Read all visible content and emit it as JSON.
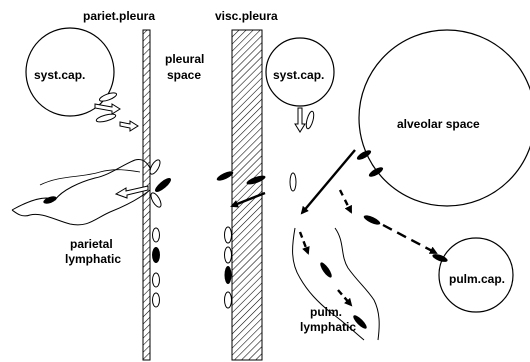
{
  "labels": {
    "pariet_pleura": "pariet.pleura",
    "visc_pleura": "visc.pleura",
    "pleural": "pleural",
    "space": "space",
    "syst_cap_left": "syst.cap.",
    "syst_cap_right": "syst.cap.",
    "alveolar_space": "alveolar space",
    "parietal": "parietal",
    "lymphatic": "lymphatic",
    "pulm": "pulm.",
    "pulm_lymphatic": "lymphatic",
    "pulm_cap": "pulm.cap."
  },
  "colors": {
    "stroke": "#000000",
    "hatch": "#000000",
    "background": "#ffffff"
  }
}
